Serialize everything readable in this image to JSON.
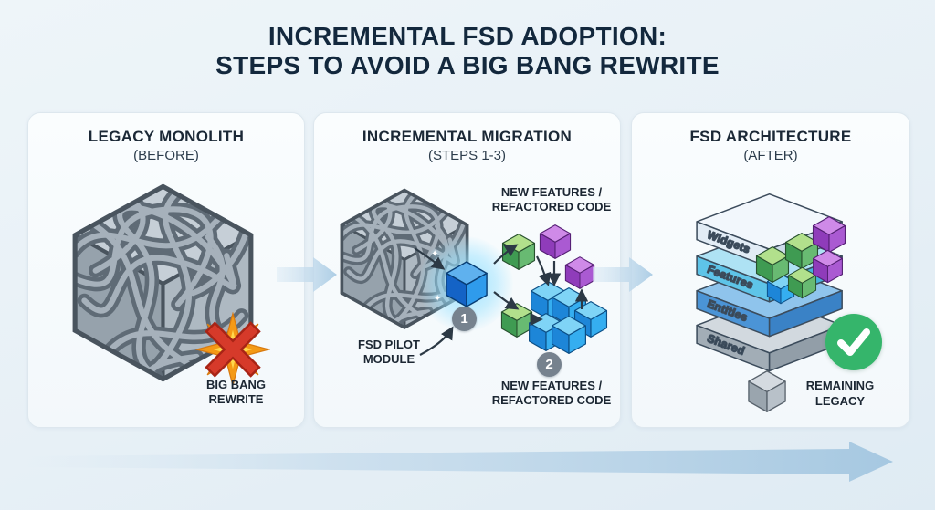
{
  "title": {
    "line1": "INCREMENTAL FSD ADOPTION:",
    "line2": "STEPS TO AVOID A BIG BANG REWRITE"
  },
  "panels": [
    {
      "title": "LEGACY MONOLITH",
      "subtitle": "(BEFORE)",
      "callout": {
        "line1": "BIG BANG",
        "line2": "REWRITE"
      }
    },
    {
      "title": "INCREMENTAL MIGRATION",
      "subtitle": "(STEPS 1-3)",
      "labels": {
        "new_features_top": {
          "line1": "NEW FEATURES /",
          "line2": "REFACTORED CODE"
        },
        "fsd_pilot": {
          "line1": "FSD PILOT",
          "line2": "MODULE"
        },
        "new_features_bottom": {
          "line1": "NEW FEATURES /",
          "line2": "REFACTORED CODE"
        }
      },
      "badges": [
        "1",
        "2"
      ]
    },
    {
      "title": "FSD ARCHITECTURE",
      "subtitle": "(AFTER)",
      "layers": [
        "Widgets",
        "Features",
        "Entities",
        "Shared"
      ],
      "legend": {
        "line1": "REMAINING",
        "line2": "LEGACY"
      }
    }
  ],
  "colors": {
    "background": "#e9f1f6",
    "panel_background": "#f8fbfd",
    "panel_border": "#dde7ee",
    "heading_text": "#13283d",
    "label_text": "#1c2733",
    "flow_arrow_blue": "#aecbe2",
    "pilot_cube_blue": "#2f9bec",
    "new_code_green": "#68ba72",
    "new_code_purple": "#aa5ad2",
    "legacy_gray": "#9aa5ae",
    "error_red": "#d63a2a",
    "burst_orange": "#f49a16",
    "success_green": "#35b56b",
    "step_badge_gray": "#76828e",
    "layer_widgets": "#e2ecf5",
    "layer_features": "#5ec4e8",
    "layer_entities": "#4b94d6",
    "layer_shared": "#a2adb6"
  }
}
